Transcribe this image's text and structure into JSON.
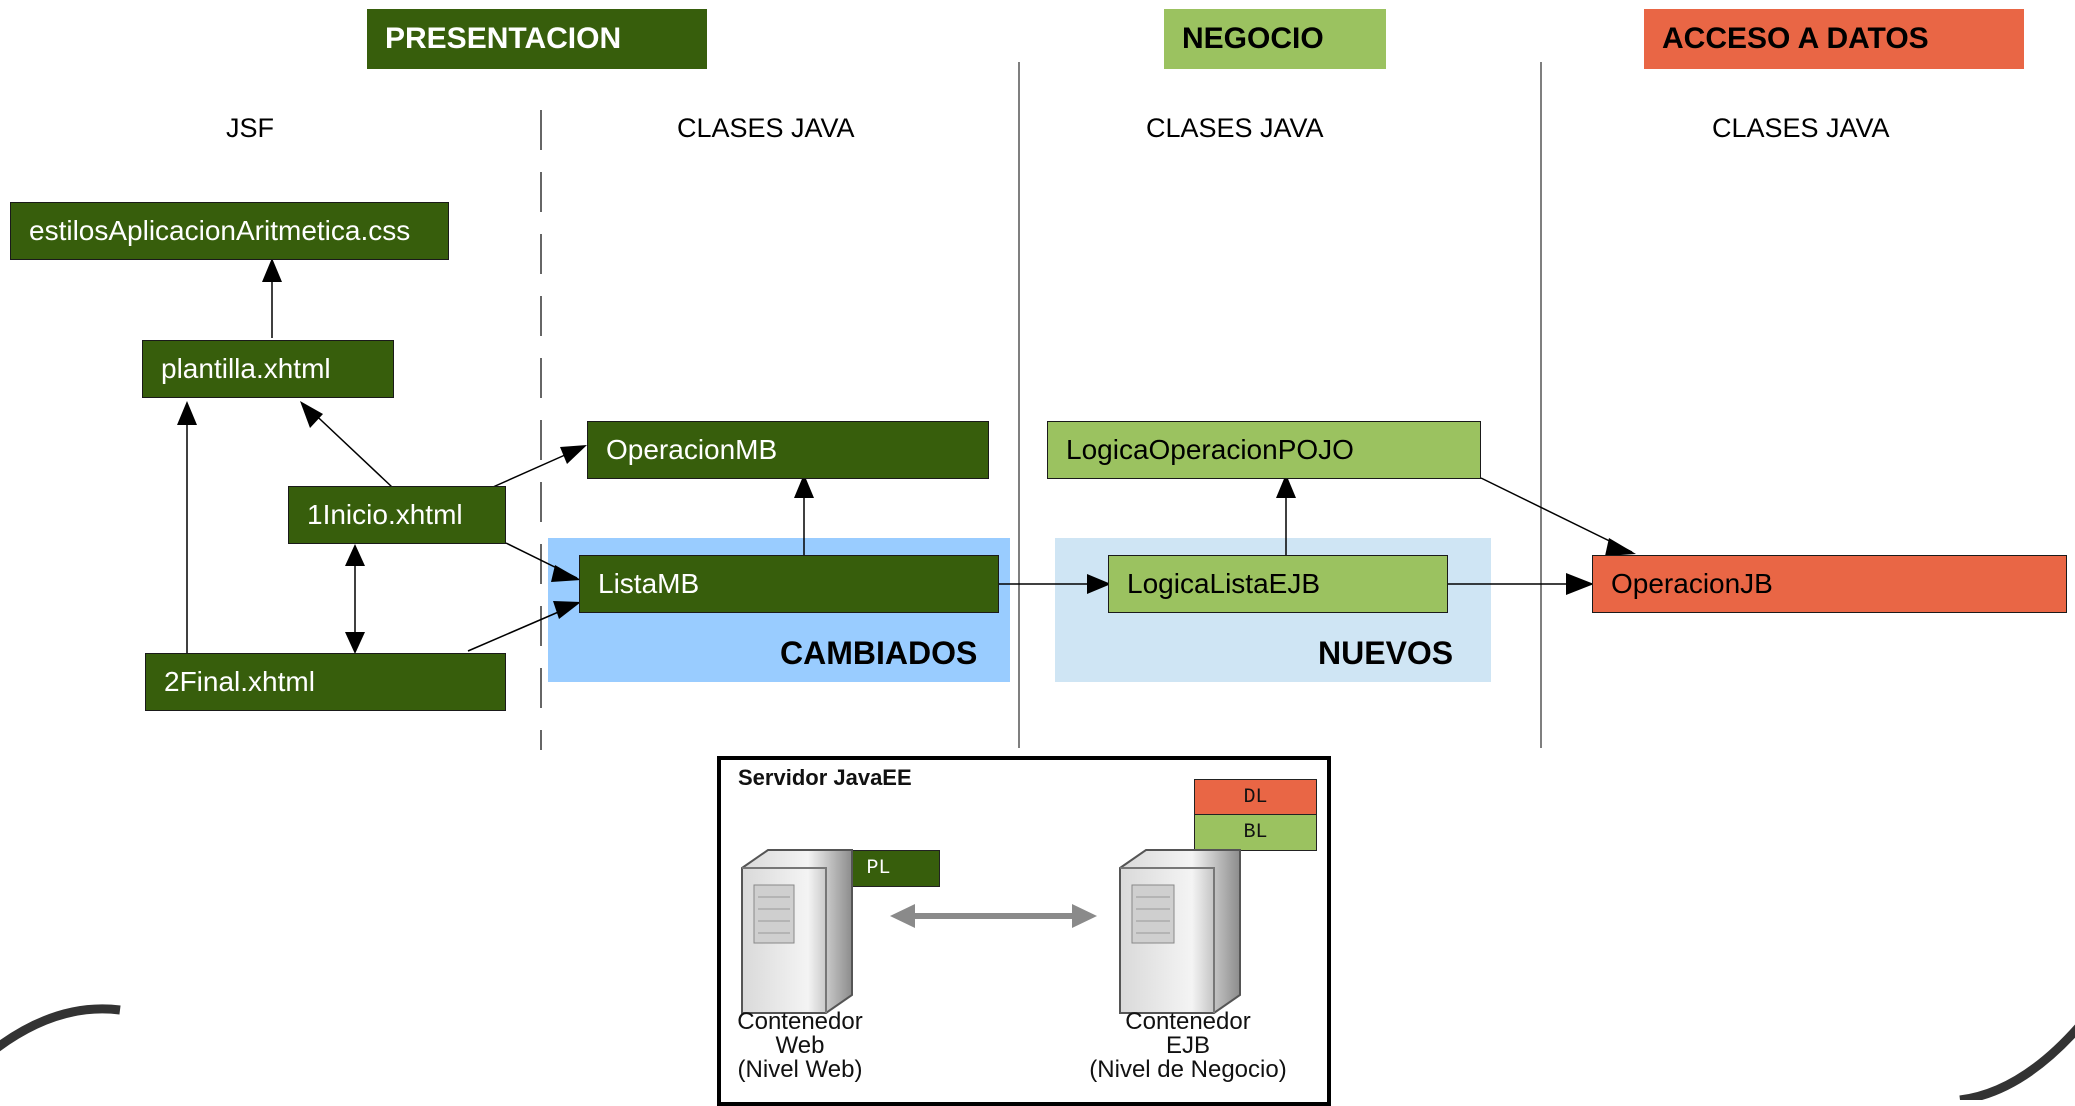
{
  "headers": {
    "presentacion": "PRESENTACION",
    "negocio": "NEGOCIO",
    "acceso": "ACCESO A DATOS"
  },
  "columns": {
    "jsf": "JSF",
    "pres_java": "CLASES JAVA",
    "neg_java": "CLASES JAVA",
    "acc_java": "CLASES JAVA"
  },
  "boxes": {
    "estilos": "estilosAplicacionAritmetica.css",
    "plantilla": "plantilla.xhtml",
    "inicio": "1Inicio.xhtml",
    "final": "2Final.xhtml",
    "operacion_mb": "OperacionMB",
    "lista_mb": "ListaMB",
    "logica_pojo": "LogicaOperacionPOJO",
    "logica_ejb": "LogicaListaEJB",
    "operacion_jb": "OperacionJB"
  },
  "groups": {
    "cambiados": "CAMBIADOS",
    "nuevos": "NUEVOS"
  },
  "server": {
    "title": "Servidor JavaEE",
    "tag_pl": "PL",
    "tag_dl": "DL",
    "tag_bl": "BL",
    "web": [
      "Contenedor",
      "Web",
      "(Nivel Web)"
    ],
    "ejb": [
      "Contenedor",
      "EJB",
      "(Nivel de Negocio)"
    ]
  },
  "colors": {
    "dark_green": "#375e0c",
    "light_green": "#9bc260",
    "red": "#e96645",
    "blue_group": "#99ccff",
    "light_blue_group": "#cfe5f4"
  }
}
